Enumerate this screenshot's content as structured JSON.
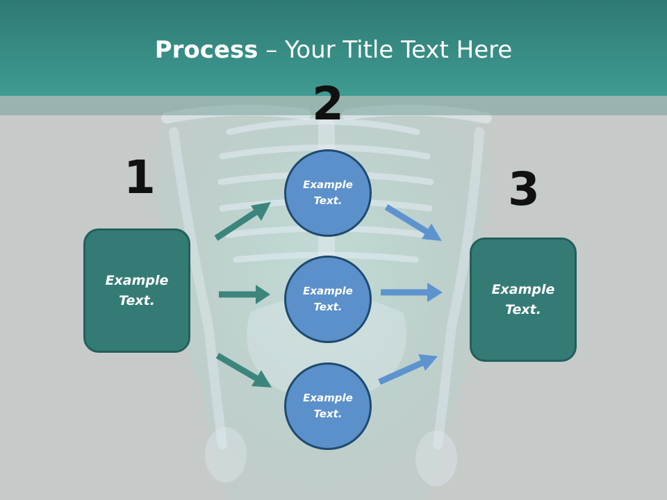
{
  "title": {
    "bold": "Process",
    "rest": " – Your Title Text Here"
  },
  "steps": {
    "one": "1",
    "two": "2",
    "three": "3"
  },
  "left_box": {
    "text": "Example Text."
  },
  "right_box": {
    "text": "Example Text."
  },
  "circles": [
    {
      "text": "Example Text."
    },
    {
      "text": "Example Text."
    },
    {
      "text": "Example Text."
    }
  ],
  "colors": {
    "teal_box": "#357b75",
    "circle_blue": "#5b90cb",
    "teal_arrow": "#3b857d",
    "blue_arrow": "#5d93cf"
  }
}
